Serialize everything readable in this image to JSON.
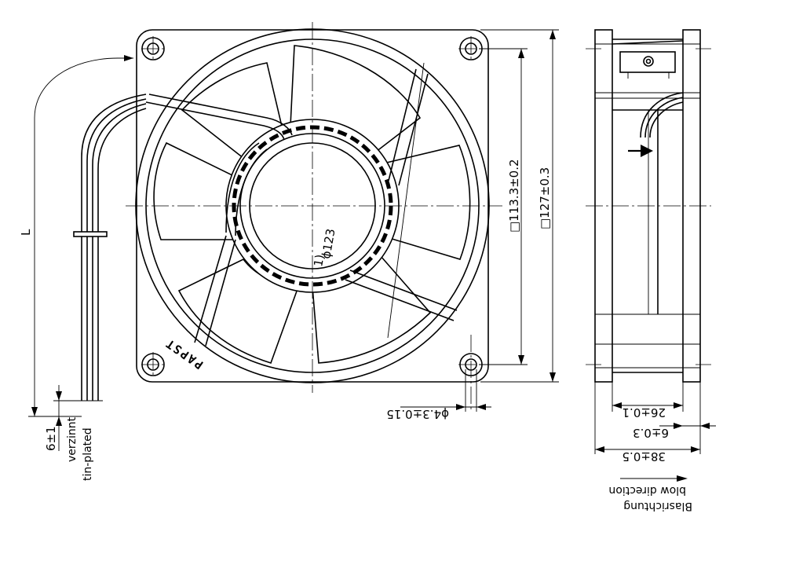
{
  "front_view": {
    "brand_logo": "PAPST",
    "hub_diameter": "ϕ123",
    "hub_marker": "1)"
  },
  "dimensions": {
    "lead_length": "L",
    "lead_strip": "6±1",
    "mounting_hole": "ϕ4.3±0.15",
    "hole_spacing": "□113.3±0.2",
    "frame_size": "□127±0.3",
    "depth_inner": "26±0.1",
    "depth_flange": "6±0.3",
    "depth_total": "38±0.5"
  },
  "labels": {
    "tin_plated_de": "verzinnt",
    "tin_plated_en": "tin-plated",
    "blow_direction_de": "Blasrichtung",
    "blow_direction_en": "blow direction"
  }
}
